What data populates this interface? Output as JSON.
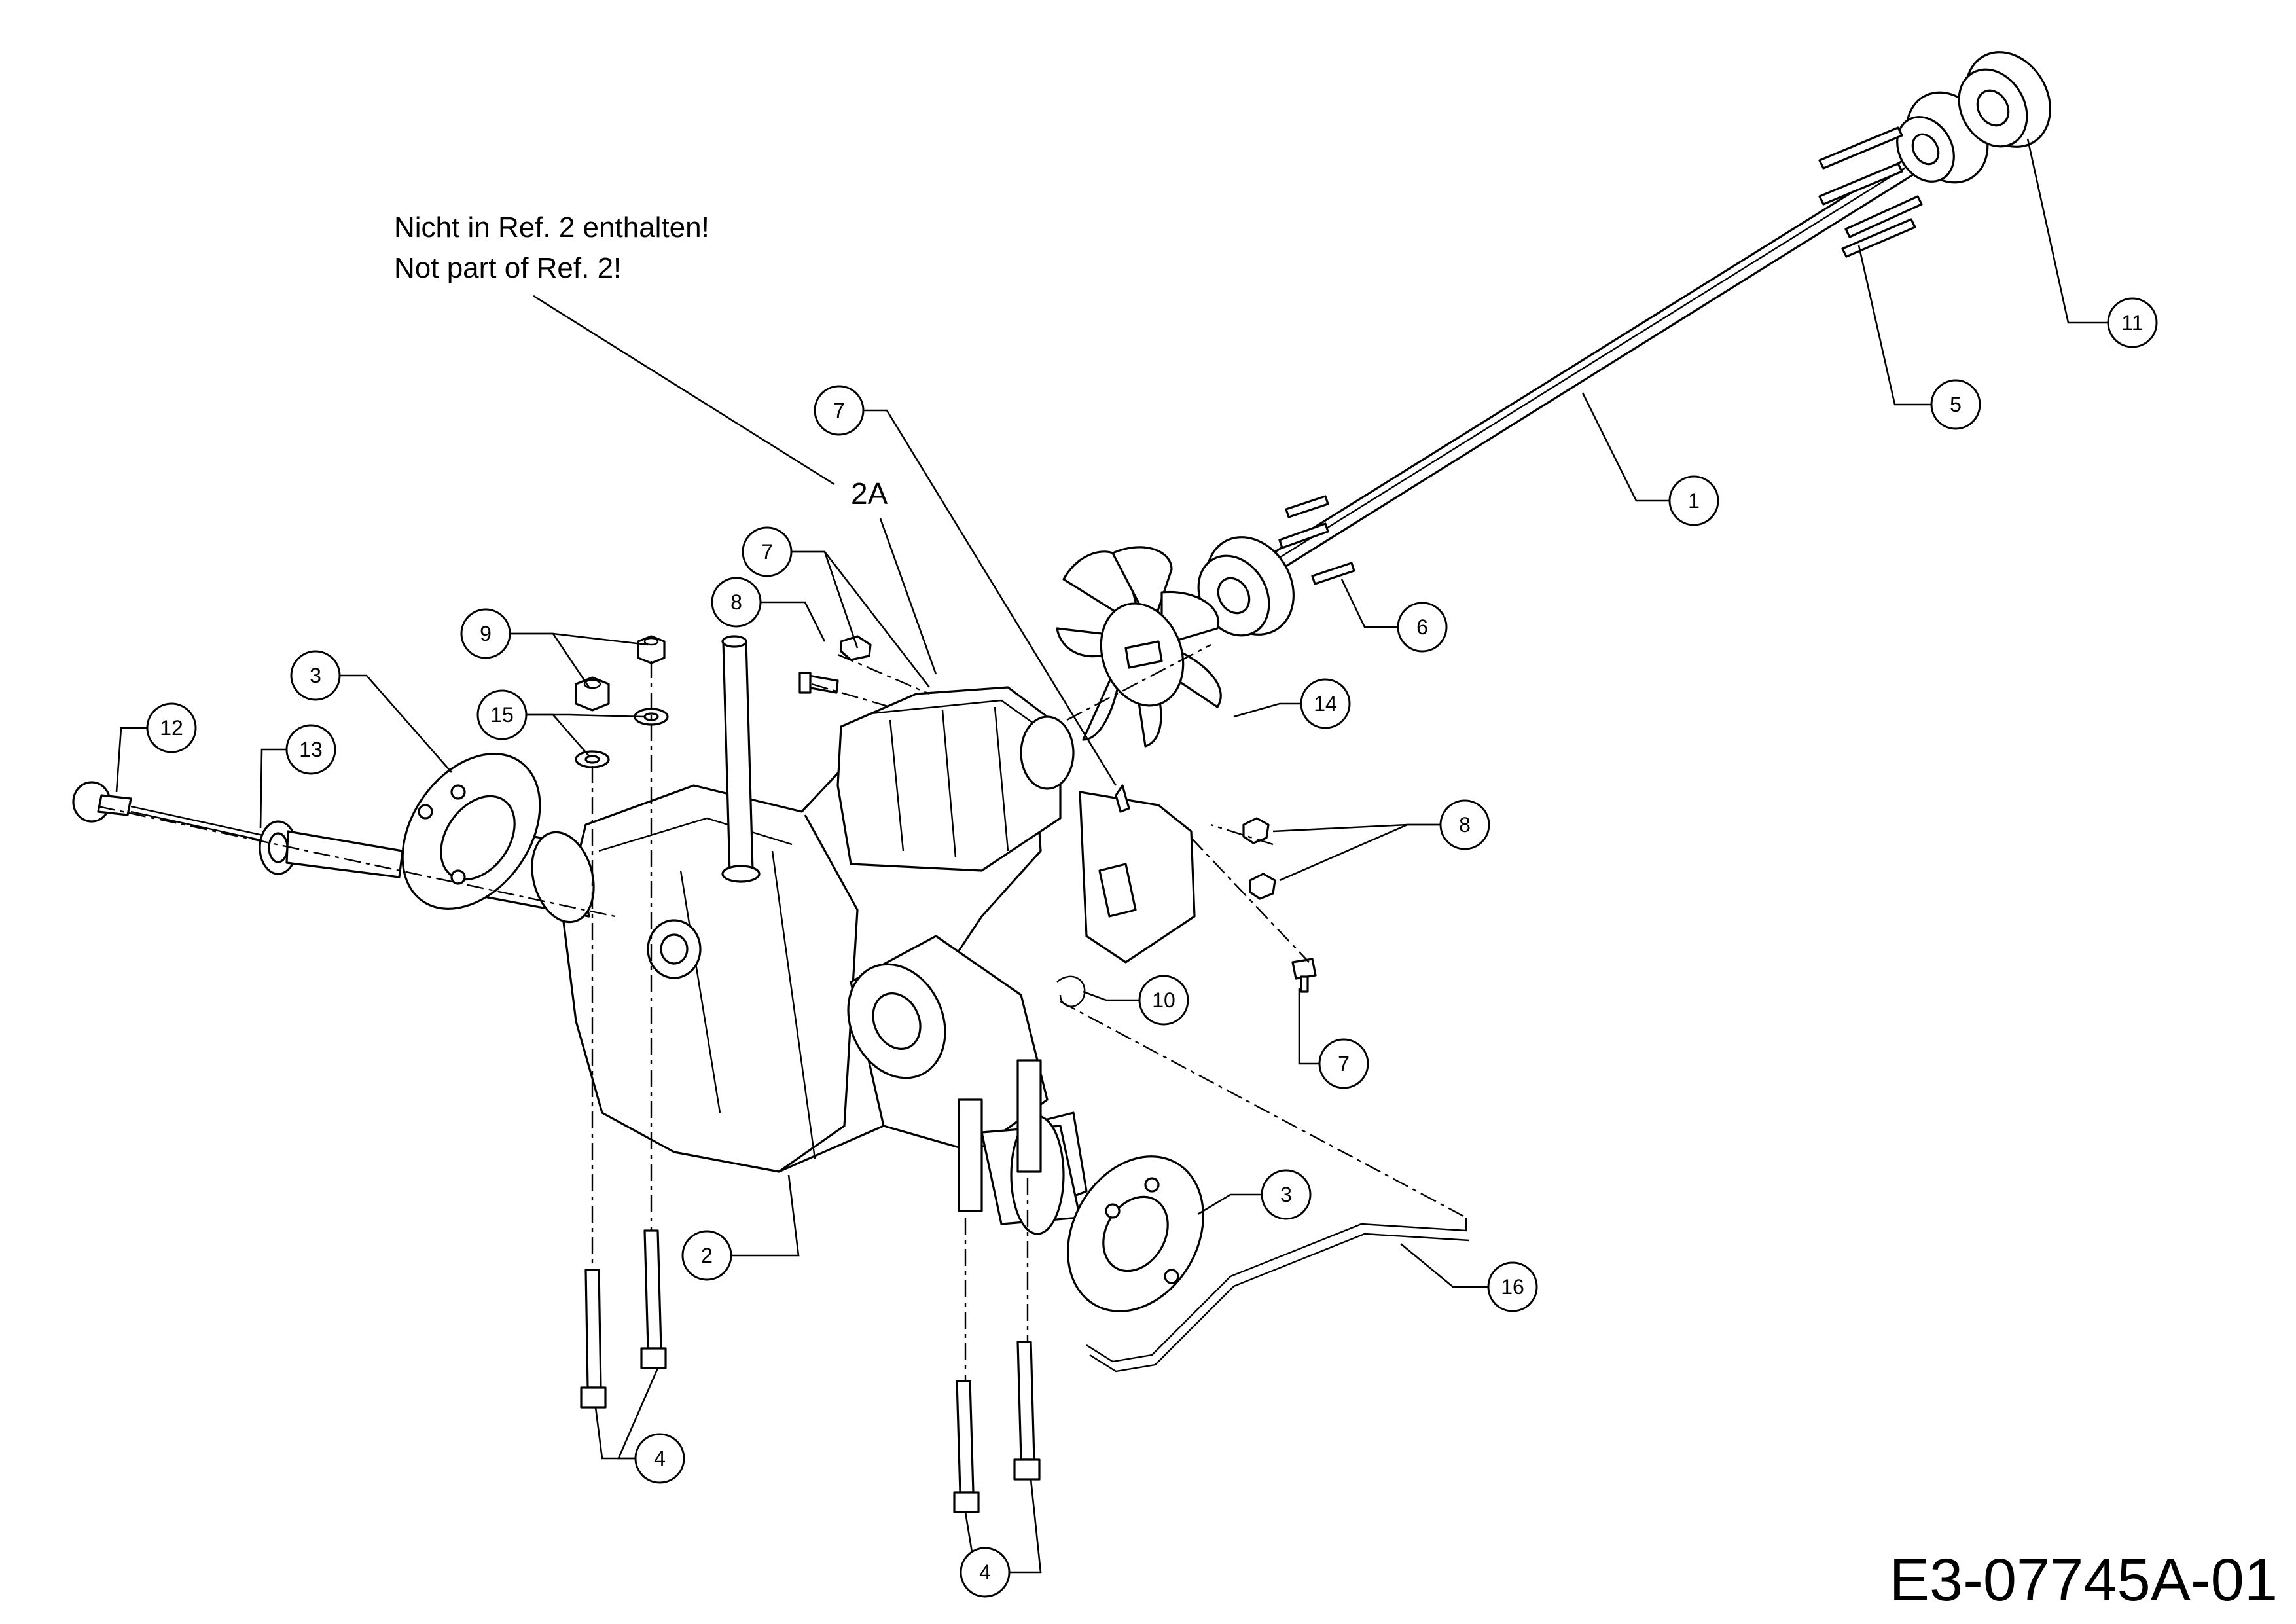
{
  "note": {
    "line1": "Nicht in Ref. 2 enthalten!",
    "line2": "Not part of Ref. 2!"
  },
  "ref_2a": "2A",
  "drawing_code": "E3-07745A-01",
  "callouts": {
    "c11": "11",
    "c5": "5",
    "c1": "1",
    "c6": "6",
    "c7a": "7",
    "c7b": "7",
    "c8a": "8",
    "c9": "9",
    "c3a": "3",
    "c15": "15",
    "c12": "12",
    "c13": "13",
    "c14": "14",
    "c8b": "8",
    "c10": "10",
    "c7c": "7",
    "c3b": "3",
    "c2": "2",
    "c16": "16",
    "c4a": "4",
    "c4b": "4"
  }
}
